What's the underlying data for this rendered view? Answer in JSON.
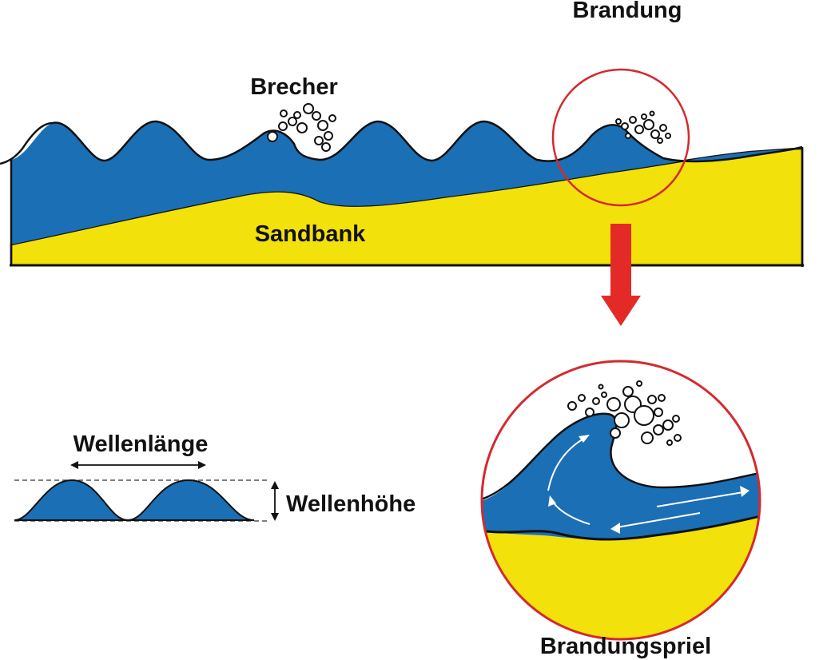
{
  "labels": {
    "brandung": "Brandung",
    "brecher": "Brecher",
    "sandbank": "Sandbank",
    "wellenlaenge": "Wellenlänge",
    "wellenhoehe": "Wellenhöhe",
    "brandungspriel": "Brandungspriel"
  },
  "colors": {
    "water": "#1b6fb5",
    "sand": "#f2e10a",
    "highlight_circle": "#d42a2f",
    "arrow": "#e42a26",
    "outline": "#111111",
    "dash": "#555555"
  }
}
